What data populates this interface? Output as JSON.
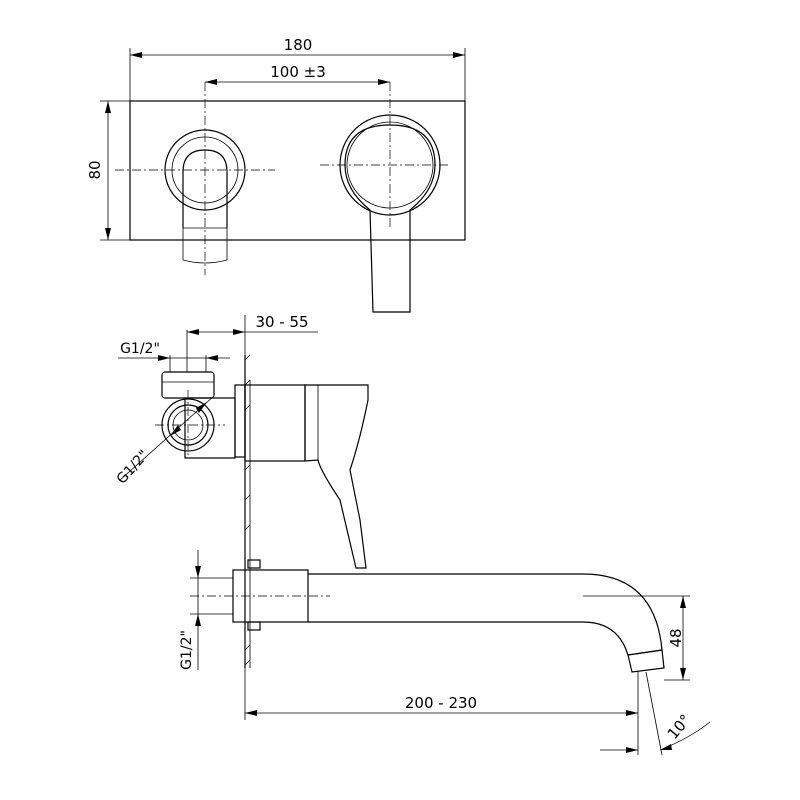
{
  "dimensions": {
    "total_width": "180",
    "center_distance": "100 ±3",
    "height": "80",
    "wall_depth": "30 - 55",
    "inlet_thread_top": "G1/2\"",
    "inlet_thread_side": "G1/2\"",
    "spout_thread": "G1/2\"",
    "spout_projection": "200 - 230",
    "spout_drop": "48",
    "spout_angle": "10°"
  }
}
